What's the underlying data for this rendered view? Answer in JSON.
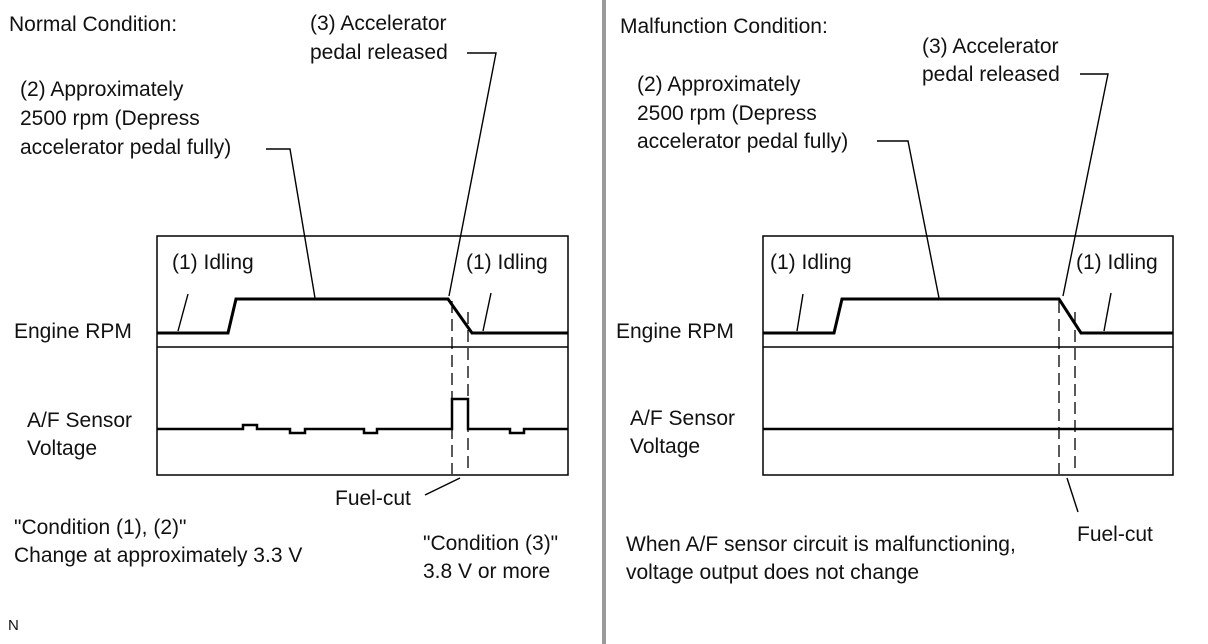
{
  "left": {
    "heading": "Normal Condition:",
    "label_accel_1": "(3) Accelerator",
    "label_accel_2": "pedal released",
    "label_2500_1": "(2) Approximately",
    "label_2500_2": "2500 rpm (Depress",
    "label_2500_3": "accelerator pedal fully)",
    "idling_left": "(1) Idling",
    "idling_right": "(1) Idling",
    "engine_rpm": "Engine RPM",
    "af_1": "A/F Sensor",
    "af_2": "Voltage",
    "fuel_cut": "Fuel-cut",
    "cond12_1": "\"Condition (1), (2)\"",
    "cond12_2": "Change at approximately 3.3 V",
    "cond3_1": "\"Condition (3)\"",
    "cond3_2": "3.8 V or more"
  },
  "right": {
    "heading": "Malfunction Condition:",
    "label_accel_1": "(3) Accelerator",
    "label_accel_2": "pedal released",
    "label_2500_1": "(2) Approximately",
    "label_2500_2": "2500 rpm (Depress",
    "label_2500_3": "accelerator pedal fully)",
    "idling_left": "(1) Idling",
    "idling_right": "(1) Idling",
    "engine_rpm": "Engine RPM",
    "af_1": "A/F Sensor",
    "af_2": "Voltage",
    "fuel_cut": "Fuel-cut",
    "note_1": "When A/F sensor circuit is malfunctioning,",
    "note_2": "voltage output does not change"
  },
  "corner_mark": "N"
}
